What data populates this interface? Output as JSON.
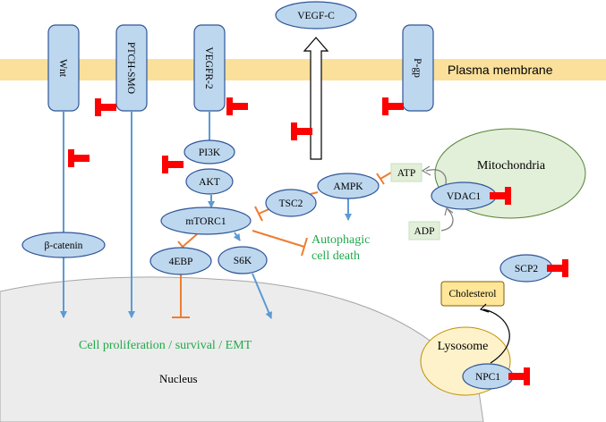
{
  "membrane": {
    "label": "Plasma membrane"
  },
  "receptors": {
    "wnt": "Wnt",
    "ptch_smo": "PTCH-SMO",
    "vegfr2": "VEGFR-2",
    "pgp": "P-gp"
  },
  "secreted": {
    "vegf_c": "VEGF-C"
  },
  "nodes": {
    "pi3k": "PI3K",
    "akt": "AKT",
    "mtorc1": "mTORC1",
    "tsc2": "TSC2",
    "ampk": "AMPK",
    "beta_catenin": "β-catenin",
    "fourebp": "4EBP",
    "s6k": "S6K",
    "vdac1": "VDAC1",
    "atp": "ATP",
    "adp": "ADP",
    "scp2": "SCP2",
    "cholesterol": "Cholesterol",
    "npc1": "NPC1"
  },
  "organelles": {
    "mitochondria": "Mitochondria",
    "lysosome": "Lysosome",
    "nucleus": "Nucleus"
  },
  "outcomes": {
    "autophagic_line1": "Autophagic",
    "autophagic_line2": "cell death",
    "proliferation": "Cell proliferation / survival / EMT"
  },
  "colors": {
    "membrane": "#fbe09b",
    "node_fill": "#bdd7ee",
    "node_stroke": "#2f5597",
    "mito_fill": "#e2efd9",
    "lyso_fill": "#fef2cb",
    "nucleus_fill": "#ececec",
    "inhibitor": "#ff0000",
    "activation_arrow": "#5b9bd5",
    "inhibition_line": "#ed7d31",
    "outcome_text": "#22a94b"
  },
  "icons": {
    "drug_inhibitor": "red-t-bar-icon"
  }
}
